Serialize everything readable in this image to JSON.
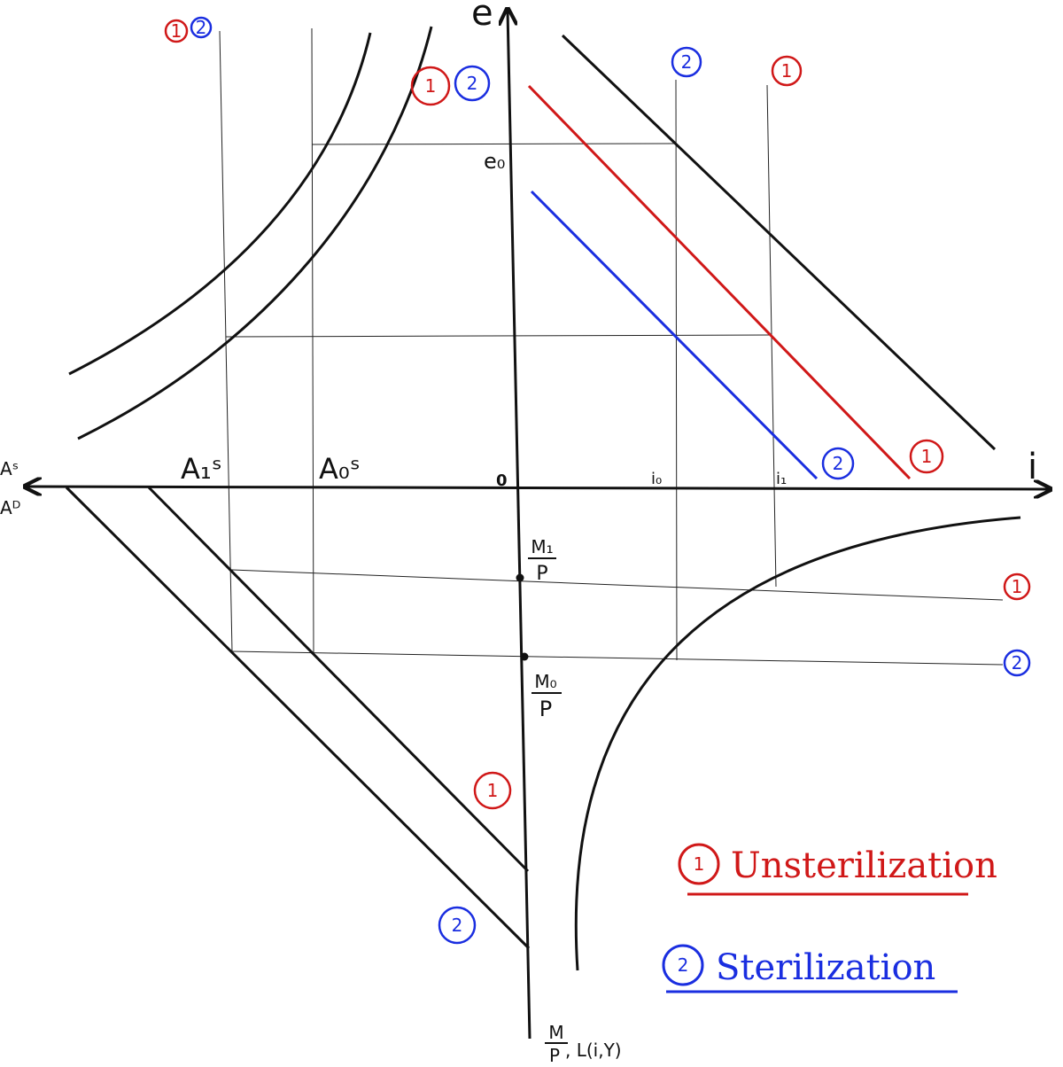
{
  "axes": {
    "e_label": "e",
    "e0_label": "e₀",
    "origin_label": "0",
    "i_label": "i",
    "i0_label": "i₀",
    "i1_label": "i₁",
    "as_label": "Aˢ",
    "ad_label": "Aᴰ",
    "a1s_label": "A₁ˢ",
    "a0s_label": "A₀ˢ",
    "m1_num": "M₁",
    "m1_den": "P",
    "m0_num": "M₀",
    "m0_den": "P",
    "bottom_num": "M",
    "bottom_den": "P",
    "bottom_suffix": ", L(i,Y)"
  },
  "markers": {
    "one": "1",
    "two": "2"
  },
  "legend": {
    "unsterilization": "Unsterilization",
    "sterilization": "Sterilization"
  },
  "colors": {
    "unsterilization": "#d01818",
    "sterilization": "#1a2ee0",
    "ink": "#111111"
  }
}
